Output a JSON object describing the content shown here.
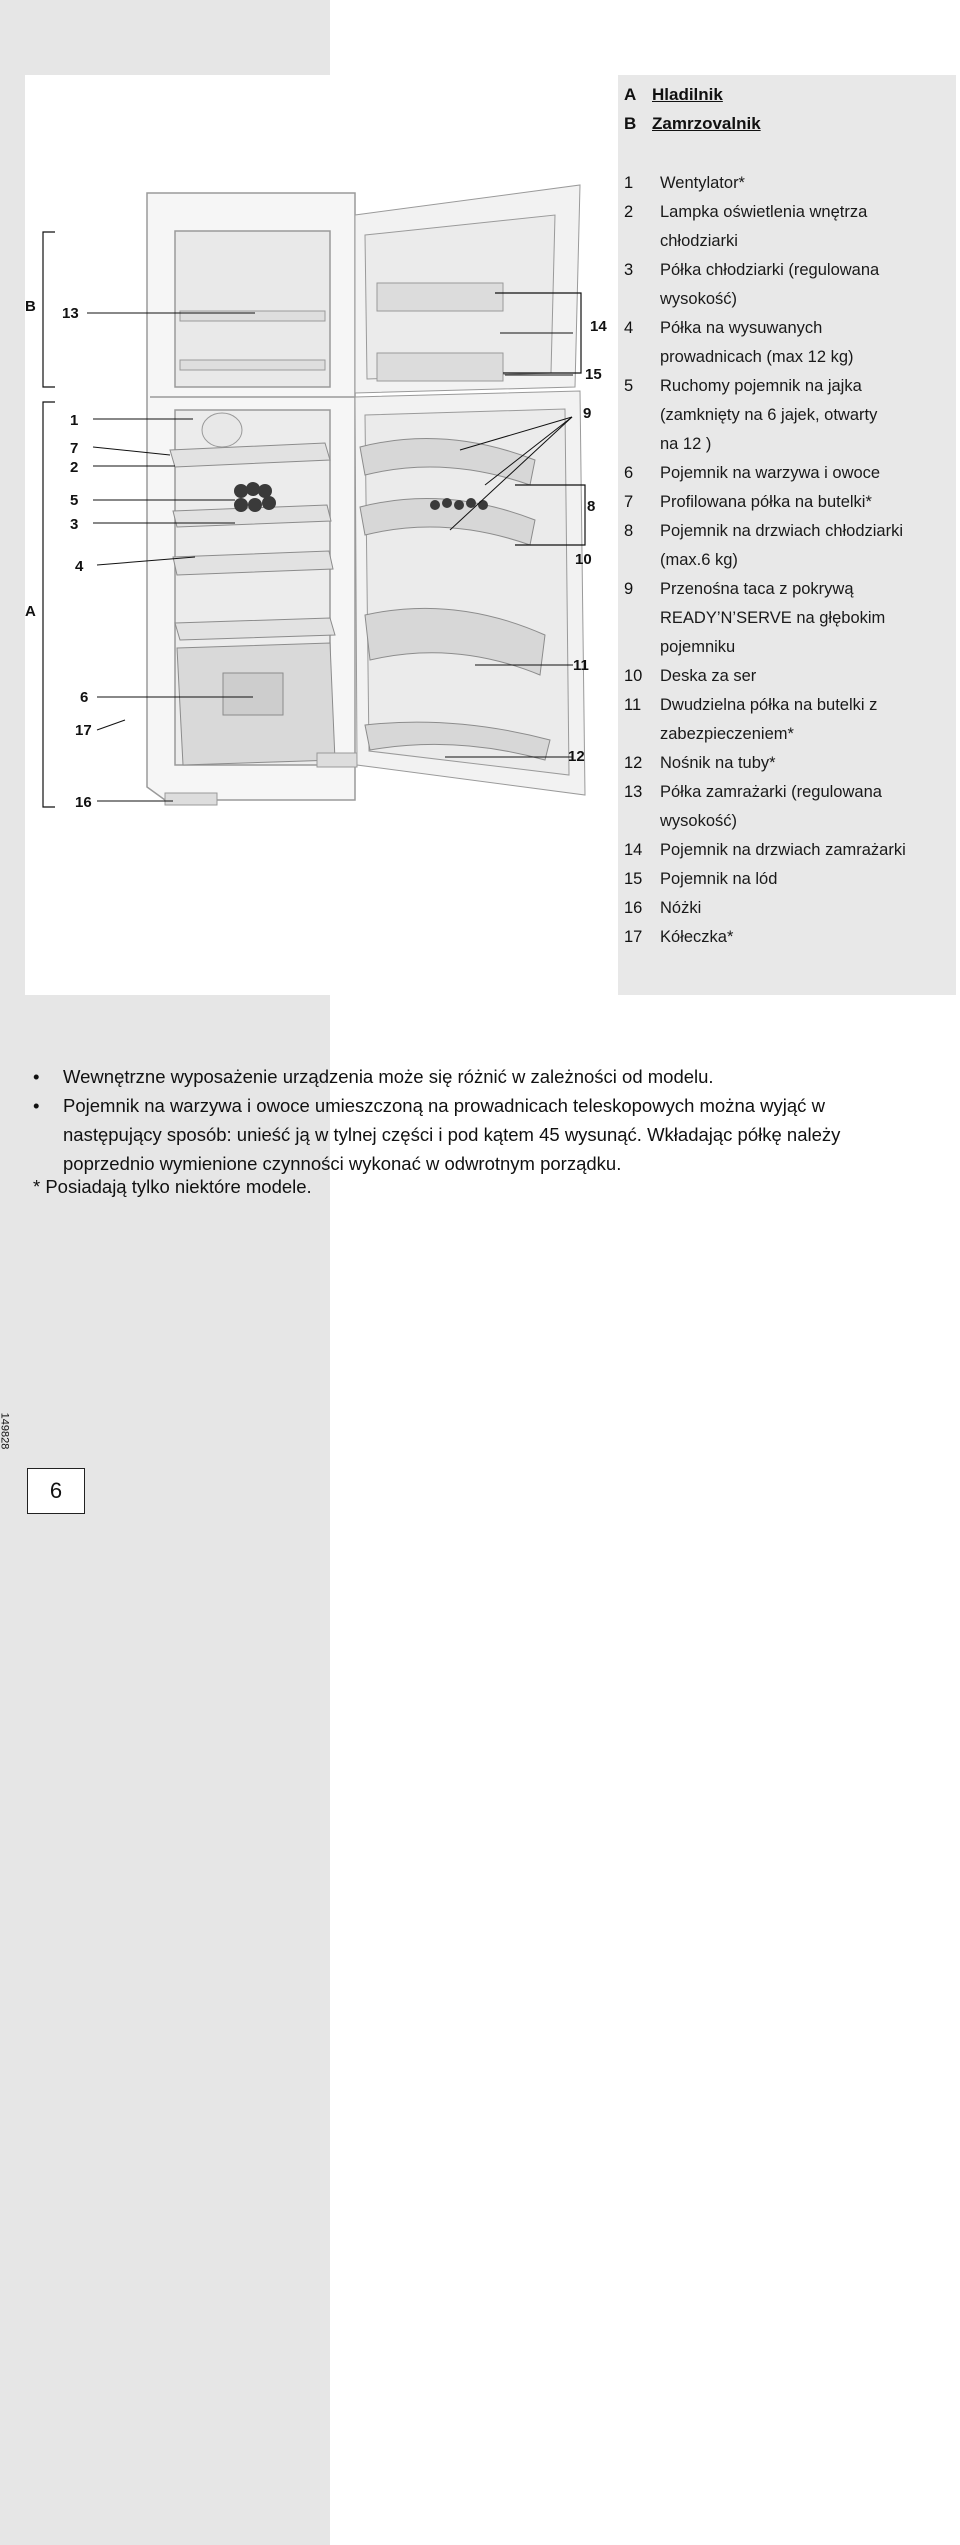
{
  "sections": [
    {
      "key": "A",
      "label": "Hladilnik"
    },
    {
      "key": "B",
      "label": "Zamrzovalnik"
    }
  ],
  "legend": [
    {
      "num": "1",
      "lines": [
        "Wentylator*"
      ]
    },
    {
      "num": "2",
      "lines": [
        "Lampka oświetlenia wnętrza",
        "chłodziarki"
      ]
    },
    {
      "num": "3",
      "lines": [
        "Półka chłodziarki (regulowana",
        "wysokość)"
      ]
    },
    {
      "num": "4",
      "lines": [
        "Półka na wysuwanych",
        "prowadnicach (max 12 kg)"
      ]
    },
    {
      "num": "5",
      "lines": [
        "Ruchomy pojemnik na jajka",
        "(zamknięty na 6 jajek, otwarty",
        "na 12 )"
      ]
    },
    {
      "num": "6",
      "lines": [
        "Pojemnik na warzywa i owoce"
      ]
    },
    {
      "num": "7",
      "lines": [
        "Profilowana półka na butelki*"
      ]
    },
    {
      "num": "8",
      "lines": [
        "Pojemnik na drzwiach chłodziarki",
        "(max.6 kg)"
      ]
    },
    {
      "num": "9",
      "lines": [
        "Przenośna taca z pokrywą",
        "READY’N’SERVE na głębokim",
        "pojemniku"
      ]
    },
    {
      "num": "10",
      "lines": [
        "Deska za ser"
      ]
    },
    {
      "num": "11",
      "lines": [
        "Dwudzielna półka na butelki z",
        "zabezpieczeniem*"
      ]
    },
    {
      "num": "12",
      "lines": [
        "Nośnik na tuby*"
      ]
    },
    {
      "num": "13",
      "lines": [
        "Półka zamrażarki  (regulowana",
        "wysokość)"
      ]
    },
    {
      "num": "14",
      "lines": [
        "Pojemnik na drzwiach zamrażarki"
      ]
    },
    {
      "num": "15",
      "lines": [
        "Pojemnik na lód"
      ]
    },
    {
      "num": "16",
      "lines": [
        "Nóżki"
      ]
    },
    {
      "num": "17",
      "lines": [
        "Kółeczka*"
      ]
    }
  ],
  "diagram_labels": {
    "left": [
      "B",
      "13",
      "1",
      "7",
      "2",
      "5",
      "3",
      "4",
      "A",
      "6",
      "17",
      "16"
    ],
    "right": [
      "14",
      "15",
      "9",
      "8",
      "10",
      "11",
      "12"
    ]
  },
  "notes": [
    {
      "bullet": "•",
      "lines": [
        "Wewnętrzne wyposażenie urządzenia może się różnić w zależności od modelu."
      ]
    },
    {
      "bullet": "•",
      "lines": [
        "Pojemnik na warzywa i owoce umieszczoną na prowadnicach teleskopowych można wyjąć w",
        "następujący  sposób: unieść ją w tylnej części i pod kątem 45  wysunąć. Wkładając półkę należy",
        "poprzednio wymienione czynności wykonać w odwrotnym porządku."
      ]
    }
  ],
  "footnote": "* Posiadają tylko niektóre modele.",
  "doc_code": "149828",
  "page_number": "6"
}
